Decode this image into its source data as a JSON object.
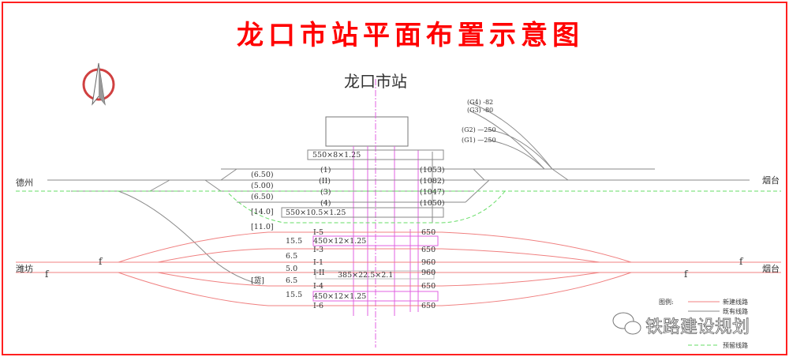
{
  "title": "龙口市站平面布置示意图",
  "station_name": "龙口市站",
  "directions": {
    "upper_left": "德州",
    "upper_right": "烟台",
    "lower_left": "潍坊",
    "lower_right": "烟台"
  },
  "branch_lines": [
    "(G4) -82",
    "(G3) -80",
    "(G2) —250",
    "(G1) —250"
  ],
  "upper_platforms": [
    "550×8×1.25",
    "550×10.5×1.25"
  ],
  "upper_spacings": [
    "(6.50)",
    "(5.00)",
    "(6.50)",
    "[14.0]",
    "[11.0]"
  ],
  "upper_tracks": [
    {
      "name": "(1)",
      "length": "(1053)"
    },
    {
      "name": "(II)",
      "length": "(1082)"
    },
    {
      "name": "(3)",
      "length": "(1047)"
    },
    {
      "name": "(4)",
      "length": "(1050)"
    }
  ],
  "lower_platforms": [
    "450×12×1.25",
    "385×22.5×2.1",
    "450×12×1.25"
  ],
  "lower_spacings": [
    "15.5",
    "6.5",
    "5.0",
    "6.5",
    "15.5"
  ],
  "lower_tracks": [
    {
      "name": "I-5",
      "length": "650"
    },
    {
      "name": "I-3",
      "length": "650"
    },
    {
      "name": "I-1",
      "length": "960"
    },
    {
      "name": "I-II",
      "length": "960"
    },
    {
      "name": "I-4",
      "length": "650"
    },
    {
      "name": "I-6",
      "length": "650"
    }
  ],
  "freight_label": "[货]",
  "signal_mark": "f",
  "legend": {
    "title": "图例:",
    "new": "新建线路",
    "existing": "既有线路",
    "reserved": "预留线路"
  },
  "watermark": "铁路建设规划",
  "colors": {
    "title": "#ff0000",
    "new": "#f08080",
    "existing": "#8a8a8a",
    "reserved": "#66dd66",
    "platform_struct": "#e060e0"
  }
}
